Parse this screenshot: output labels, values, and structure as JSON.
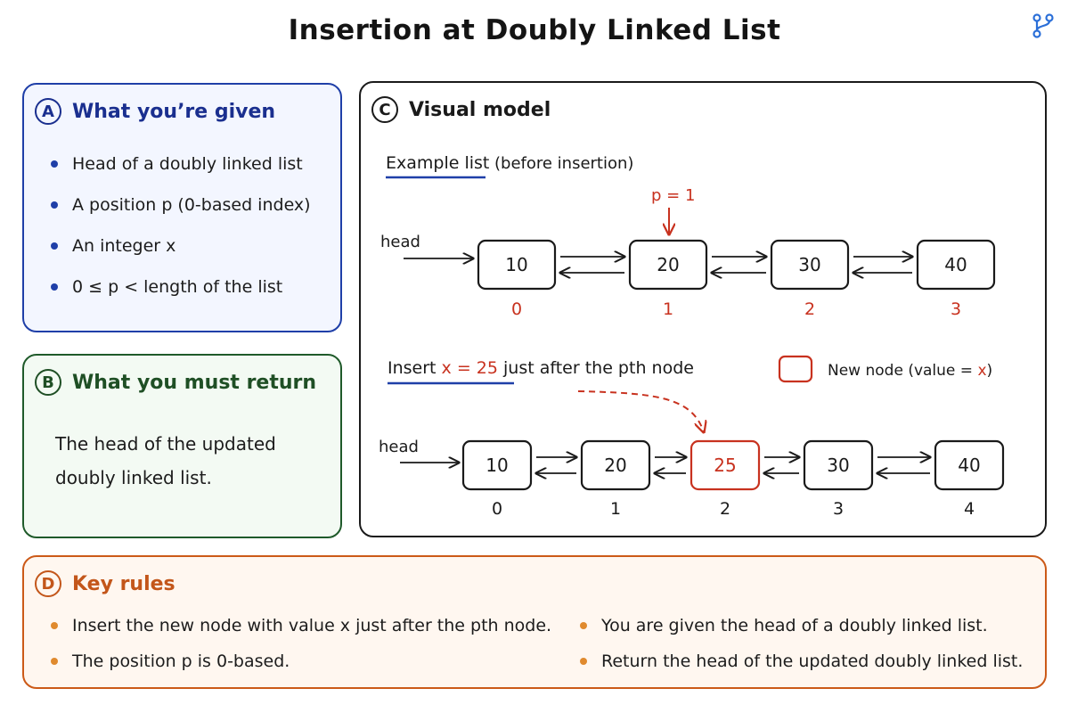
{
  "title": "Insertion at Doubly Linked List",
  "logo_icon": "branch-icon",
  "panel_a": {
    "badge": "A",
    "heading": "What you’re given",
    "items": [
      "Head of a doubly linked list",
      "A position p (0-based index)",
      "An integer x",
      "0 ≤ p < length of the list"
    ]
  },
  "panel_b": {
    "badge": "B",
    "heading": "What you must return",
    "text": "The head of the updated doubly linked list."
  },
  "panel_c": {
    "badge": "C",
    "heading": "Visual model",
    "example_label": "Example list",
    "example_suffix": "(before insertion)",
    "p_label": "p = 1",
    "head_label": "head",
    "before": {
      "values": [
        "10",
        "20",
        "30",
        "40"
      ],
      "indices": [
        "0",
        "1",
        "2",
        "3"
      ]
    },
    "insert_word": "Insert",
    "insert_x": "x = 25",
    "insert_suffix": "just after the pth node",
    "legend_text": "New node (value = ",
    "legend_x": "x",
    "legend_close": ")",
    "after": {
      "values": [
        "10",
        "20",
        "25",
        "30",
        "40"
      ],
      "indices": [
        "0",
        "1",
        "2",
        "3",
        "4"
      ],
      "new_index": 2
    }
  },
  "panel_d": {
    "badge": "D",
    "heading": "Key rules",
    "left_items": [
      "Insert the new node with value x just after the pth node.",
      "The position p is 0-based."
    ],
    "right_items": [
      "You are given the head of a doubly linked list.",
      "Return the head of the updated doubly linked list."
    ]
  },
  "colors": {
    "accent_red": "#c8321f",
    "blue": "#1f3fa8",
    "green": "#1f5a2a",
    "orange": "#cc5a18"
  }
}
